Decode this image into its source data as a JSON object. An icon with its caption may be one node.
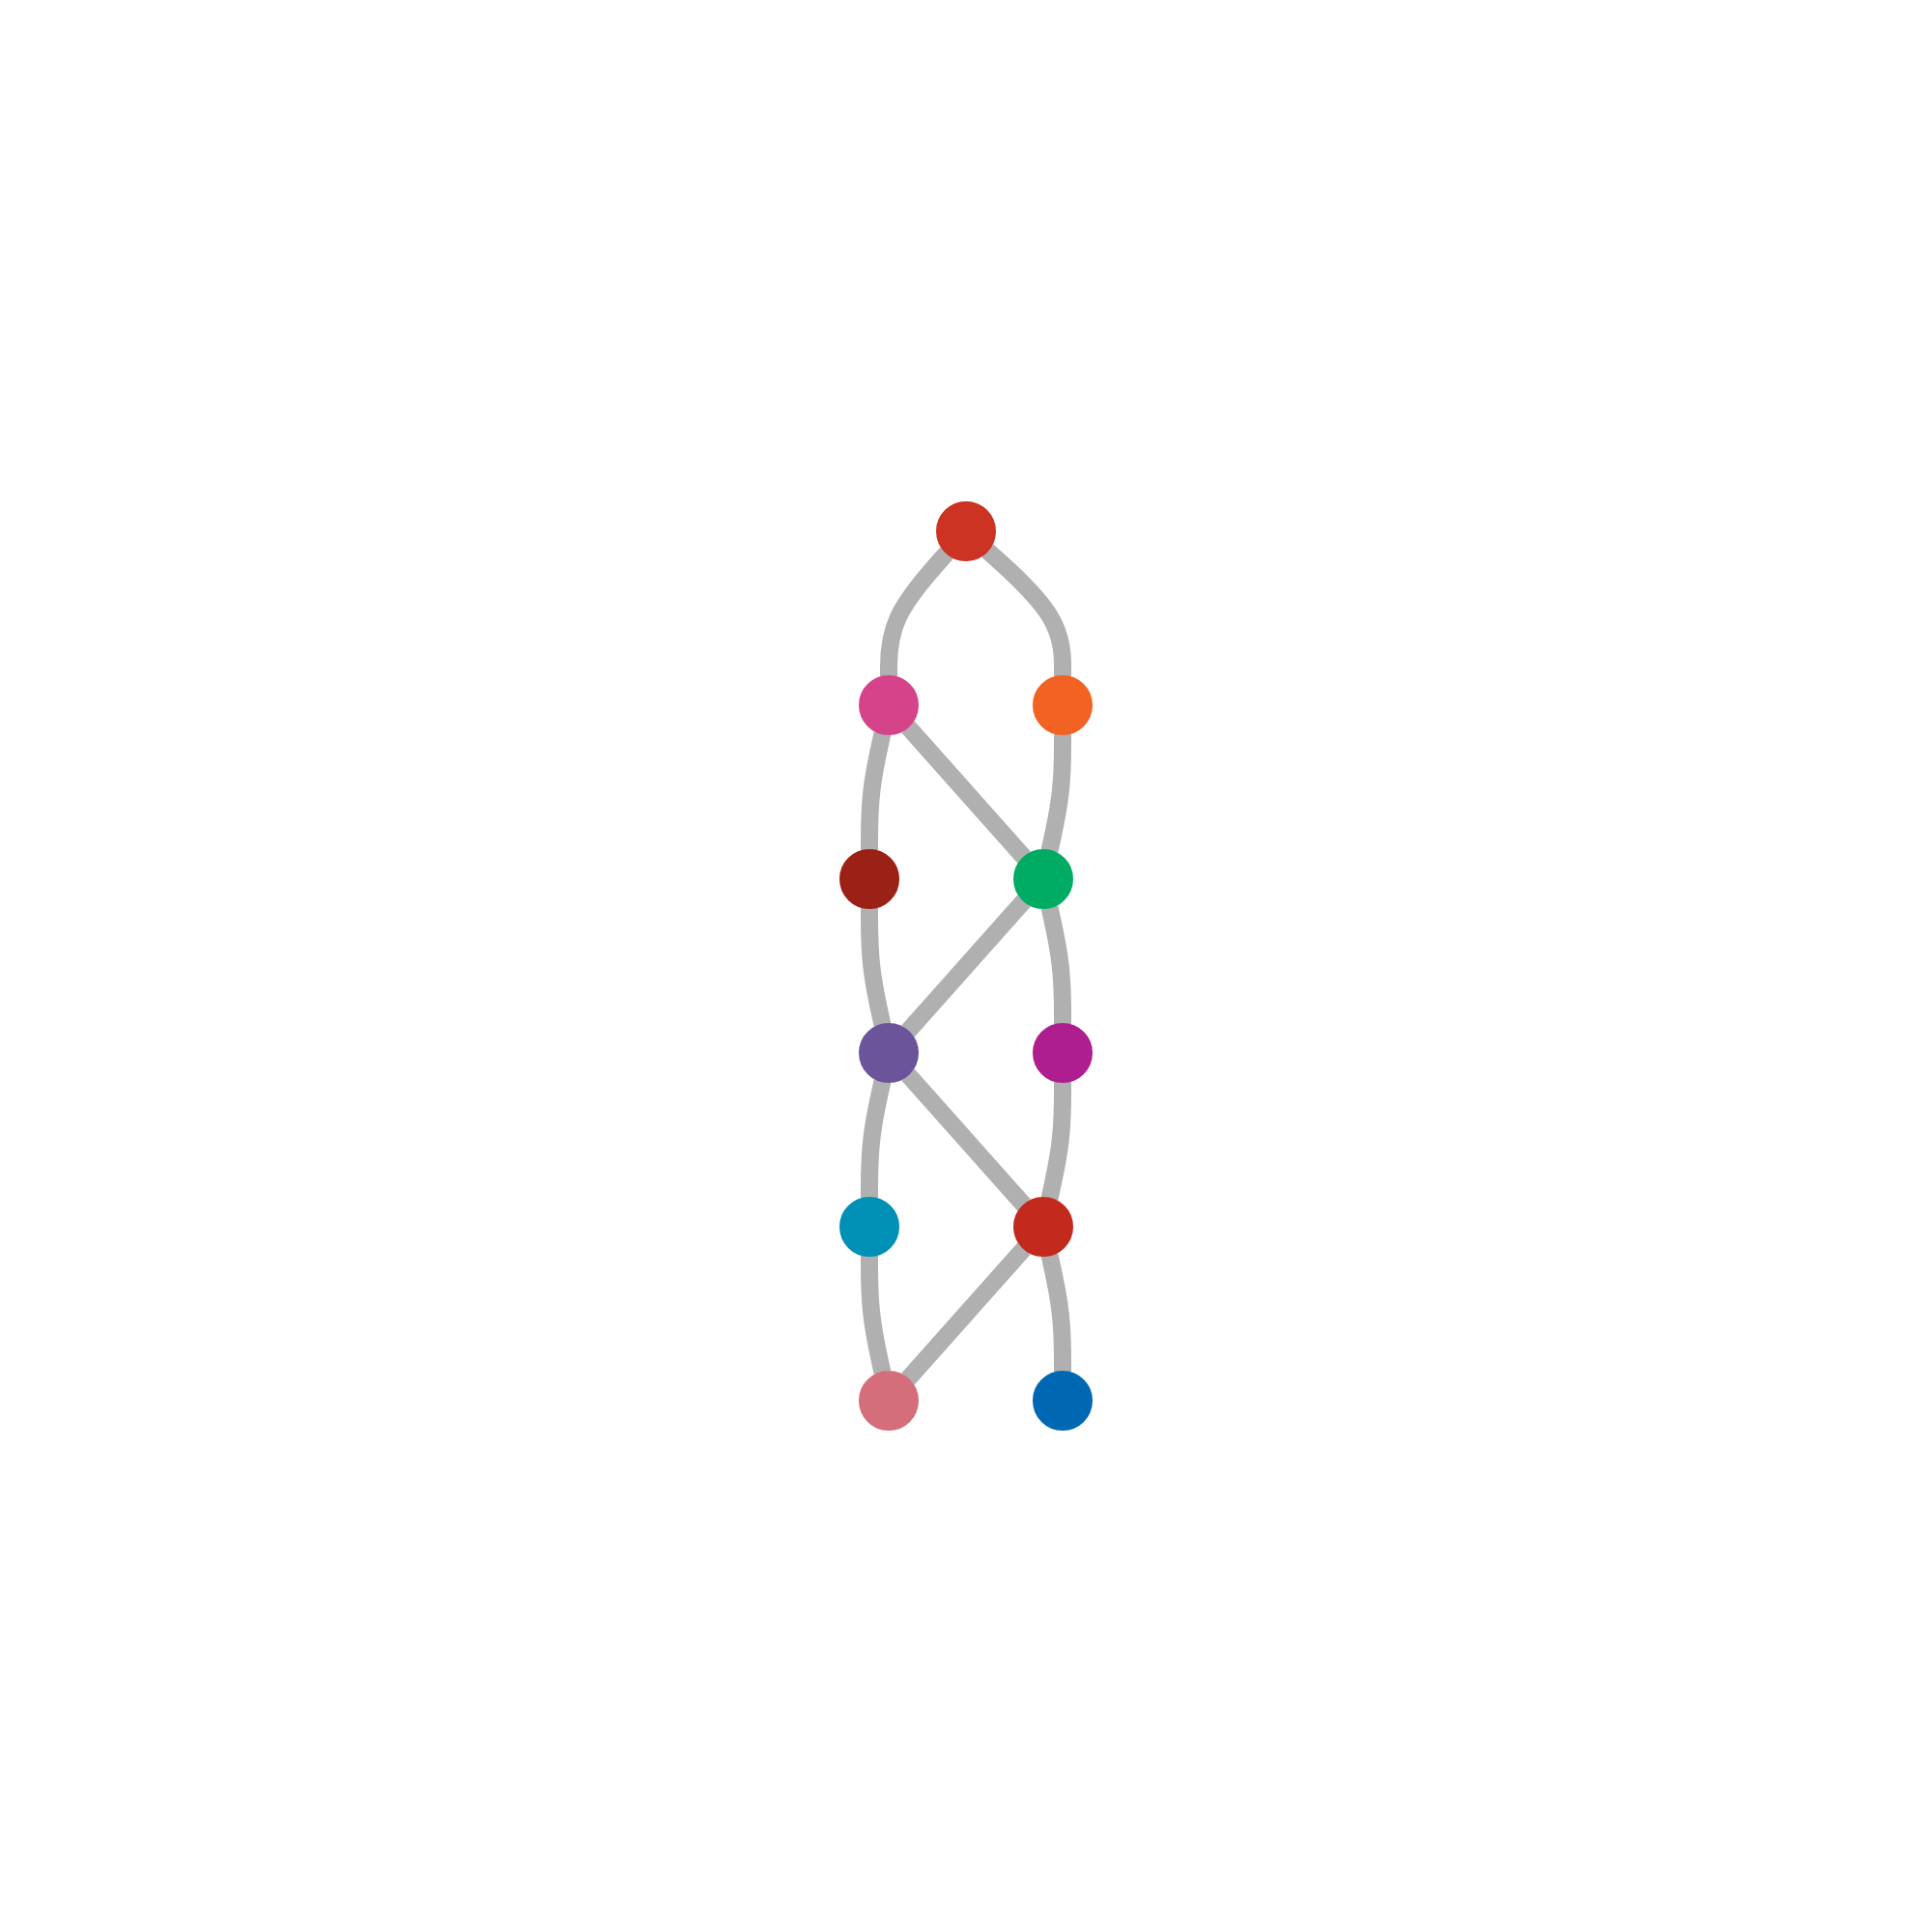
{
  "diagram": {
    "nodes": [
      {
        "text": [],
        "shape": "circle"
      },
      {
        "text": [],
        "shape": "circle"
      },
      {
        "text": [],
        "shape": "circle"
      },
      {
        "text": [],
        "shape": "circle"
      },
      {
        "text": [],
        "shape": "circle"
      },
      {
        "text": [],
        "shape": "circle"
      },
      {
        "text": [],
        "shape": "circle"
      },
      {
        "text": [],
        "shape": "circle"
      },
      {
        "text": [],
        "shape": "circle"
      },
      {
        "text": [],
        "shape": "circle"
      },
      {
        "text": [],
        "shape": "circle"
      }
    ],
    "edges": [
      {
        "from": 0,
        "to": 1,
        "arrow": "none"
      },
      {
        "from": 1,
        "to": 2,
        "arrow": "none"
      },
      {
        "from": 0,
        "to": 3,
        "arrow": "none"
      },
      {
        "from": 1,
        "to": 4,
        "arrow": "none"
      },
      {
        "from": 2,
        "to": 5,
        "arrow": "none"
      },
      {
        "from": 3,
        "to": 4,
        "arrow": "none"
      },
      {
        "from": 4,
        "to": 5,
        "arrow": "none"
      },
      {
        "from": 5,
        "to": 6,
        "arrow": "none"
      },
      {
        "from": 4,
        "to": 7,
        "arrow": "none"
      },
      {
        "from": 5,
        "to": 8,
        "arrow": "none"
      },
      {
        "from": 6,
        "to": 9,
        "arrow": "none"
      },
      {
        "from": 7,
        "to": 8,
        "arrow": "none"
      },
      {
        "from": 8,
        "to": 9,
        "arrow": "none"
      },
      {
        "from": 8,
        "to": 10,
        "arrow": "none"
      }
    ]
  }
}
